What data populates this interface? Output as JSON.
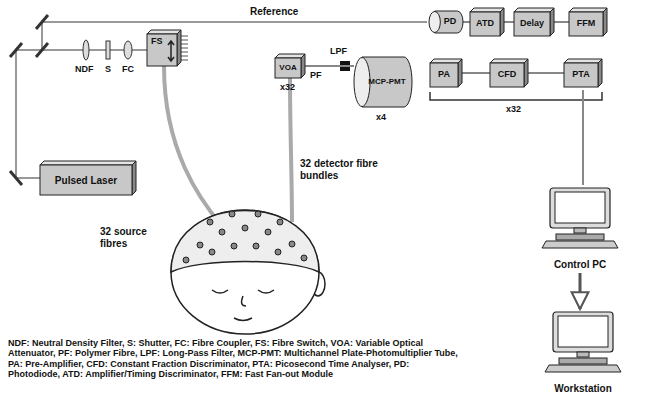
{
  "diagram": {
    "nodes": [
      {
        "text": [
          "Pulsed Laser"
        ]
      },
      {
        "text": [
          "FS"
        ]
      },
      {
        "text": [
          "VOA"
        ]
      },
      {
        "text": [
          "MCP-PMT"
        ]
      },
      {
        "text": [
          "PD"
        ]
      },
      {
        "text": [
          "ATD"
        ]
      },
      {
        "text": [
          "Delay"
        ]
      },
      {
        "text": [
          "FFM"
        ]
      },
      {
        "text": [
          "PA"
        ]
      },
      {
        "text": [
          "CFD"
        ]
      },
      {
        "text": [
          "PTA"
        ]
      },
      {
        "text": [
          "Control PC"
        ]
      },
      {
        "text": [
          "Workstation"
        ]
      }
    ],
    "edges": [
      {
        "from": 4,
        "to": 5,
        "arrow": "none"
      },
      {
        "from": 5,
        "to": 6,
        "arrow": "none"
      },
      {
        "from": 6,
        "to": 7,
        "arrow": "none"
      },
      {
        "from": 2,
        "to": 3,
        "arrow": "none"
      },
      {
        "from": 8,
        "to": 9,
        "arrow": "none"
      },
      {
        "from": 9,
        "to": 10,
        "arrow": "none"
      },
      {
        "from": 10,
        "to": 11,
        "arrow": "none"
      },
      {
        "from": 11,
        "to": 12,
        "arrow": "to"
      }
    ],
    "labels": [
      "Reference",
      "NDF",
      "S",
      "FC",
      "x32",
      "PF",
      "LPF",
      "x4",
      "x32",
      "32 source fibres",
      "32 detector fibre bundles",
      "NDF: Neutral Density Filter, S: Shutter, FC: Fibre Coupler, FS: Fibre Switch, VOA: Variable Optical Attenuator, PF: Polymer Fibre, LPF: Long-Pass Filter, MCP-PMT: Multichannel Plate-Photomultiplier Tube, PA: Pre-Amplifier, CFD: Constant Fraction Discriminator, PTA: Picosecond Time Analyser, PD: Photodiode, ATD: Amplifier/Timing Discriminator, FFM: Fast Fan-out Module"
    ]
  }
}
